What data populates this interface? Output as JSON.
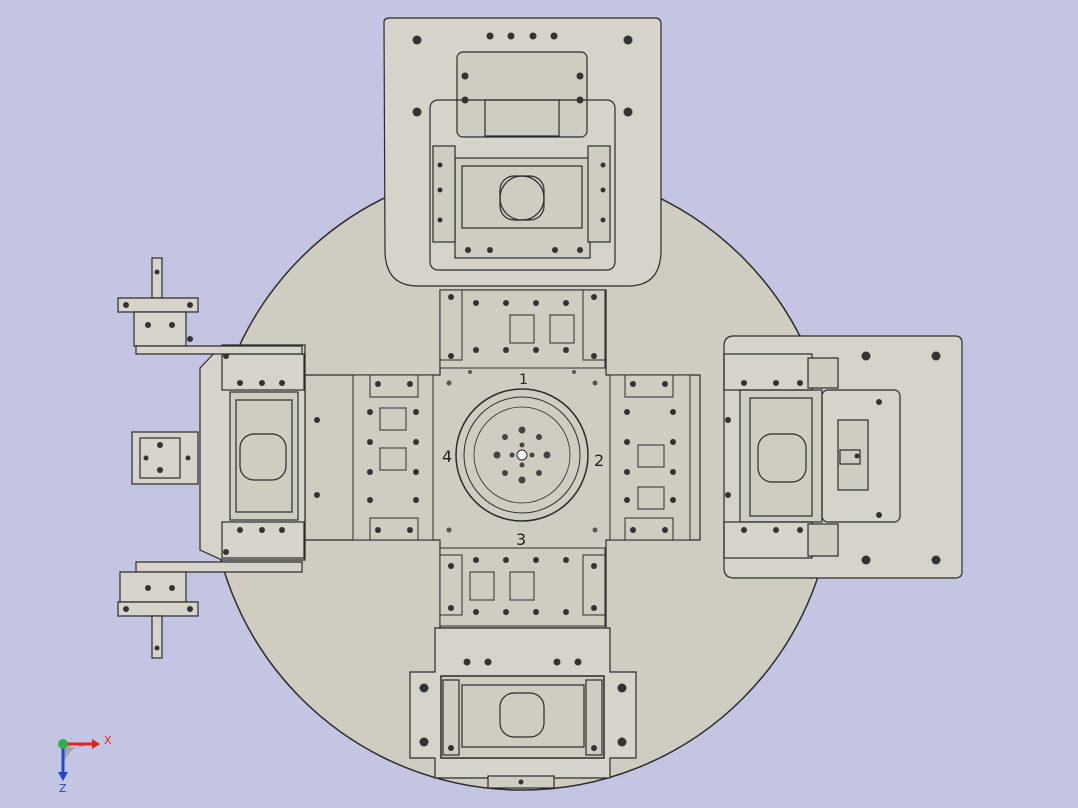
{
  "colors": {
    "background": "#c4c5e2",
    "part_fill": "#cfcdc2",
    "part_fill_light": "#d6d4ca",
    "edge": "#2b2b2b",
    "axis_x": "#e0231b",
    "axis_y": "#2fb24a",
    "axis_z": "#2446c8"
  },
  "station_labels": {
    "left": "4",
    "right": "2",
    "bottom": "3",
    "top": "1"
  },
  "triad": {
    "x_label": "X",
    "y_label": "",
    "z_label": "Z"
  }
}
